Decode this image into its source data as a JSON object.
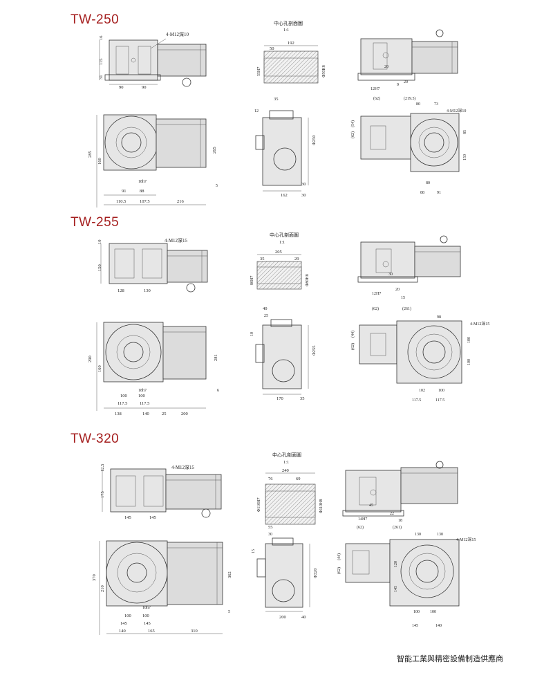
{
  "footer": "智能工業與精密設備制造供應商",
  "sections": [
    {
      "model": "TW-250",
      "section_view_title": "中心孔剖面圖",
      "section_view_scale": "1:1",
      "labels": {
        "tapped": "4-M12深10",
        "front_h": [
          "16",
          "115",
          "31"
        ],
        "front_w": [
          "90",
          "90"
        ],
        "sec_len": "192",
        "sec_inner": "50",
        "sec_d1": "55H7",
        "sec_d2": "Φ50H8",
        "side_fit": "12H7",
        "side_a": "20",
        "side_b": "9",
        "side_c": "20",
        "top_h": [
          "285",
          "160",
          "265",
          "5"
        ],
        "top_fit": "18h7",
        "top_w1": [
          "91",
          "88"
        ],
        "top_w2": [
          "110.5",
          "107.5",
          "216"
        ],
        "mid_dims": [
          "35",
          "12",
          "Φ250",
          "162",
          "30",
          "30"
        ],
        "right_dims": [
          "(62)",
          "(219.5)",
          "80",
          "73",
          "(62)",
          "(54)",
          "85",
          "150",
          "88",
          "91",
          "80"
        ],
        "right_tapped": "4-M12深10"
      }
    },
    {
      "model": "TW-255",
      "section_view_title": "中心孔剖面圖",
      "section_view_scale": "1:1",
      "labels": {
        "tapped": "4-M12深15",
        "front_h": [
          "10",
          "150"
        ],
        "front_w": [
          "128",
          "130"
        ],
        "sec_len": "205",
        "sec_inner": "35",
        "sec_right": "29",
        "sec_d1": "80H7",
        "sec_d2": "Φ80H8",
        "side_fit": "12H7",
        "side_a": "30",
        "side_b": "20",
        "side_c": "15",
        "top_h": [
          "290",
          "160",
          "281",
          "6"
        ],
        "top_fit": "18h7",
        "top_w1": [
          "100",
          "100"
        ],
        "top_w1b": [
          "117.5",
          "117.5"
        ],
        "top_w2": [
          "138",
          "140",
          "25",
          "200"
        ],
        "mid_dims": [
          "40",
          "25",
          "10",
          "Φ255",
          "170",
          "35"
        ],
        "right_dims": [
          "(62)",
          "(261)",
          "98",
          "(62)",
          "(44)",
          "100",
          "100",
          "102",
          "100",
          "117.5",
          "117.5"
        ],
        "right_tapped": "4-M12深15"
      }
    },
    {
      "model": "TW-320",
      "section_view_title": "中心孔剖面圖",
      "section_view_scale": "1:1",
      "labels": {
        "tapped": "4-M12深15",
        "front_h": [
          "12.5",
          "175"
        ],
        "front_w": [
          "145",
          "145"
        ],
        "sec_len": "240",
        "sec_inner": "76",
        "sec_right": "69",
        "sec_d1": "Φ110H7",
        "sec_d2": "Φ110H8",
        "side_fit": "14H7",
        "side_a": "45",
        "side_b": "22",
        "side_c": "18",
        "top_h": [
          "370",
          "210",
          "362",
          "5"
        ],
        "top_fit": "18h7",
        "top_w1": [
          "100",
          "100"
        ],
        "top_w1b": [
          "145",
          "145"
        ],
        "top_w2": [
          "140",
          "165",
          "310"
        ],
        "mid_dims": [
          "55",
          "30",
          "15",
          "Φ320",
          "200",
          "40"
        ],
        "right_dims": [
          "(62)",
          "(261)",
          "130",
          "130",
          "(62)",
          "(44)",
          "120",
          "145",
          "100",
          "100",
          "145",
          "140"
        ],
        "right_tapped": "4-M12深15"
      }
    }
  ]
}
